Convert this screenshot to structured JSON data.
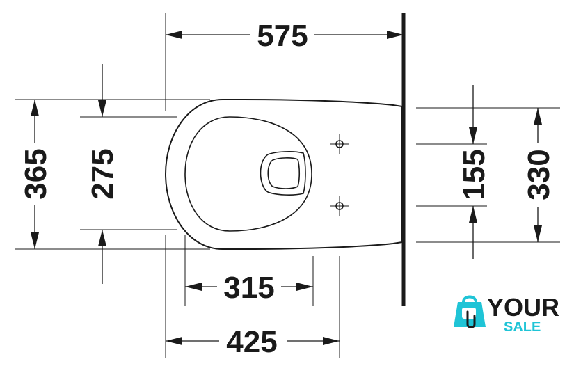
{
  "drawing": {
    "dimensions": {
      "overall_length": "575",
      "overall_width": "365",
      "inner_width": "275",
      "inner_length": "315",
      "seat_length": "425",
      "fixing_spacing": "155",
      "back_width": "330"
    }
  },
  "logo": {
    "word_top": "YOUR",
    "word_bottom": "SALE",
    "colors": {
      "dark": "#1a1a1a",
      "accent": "#1fc4d6"
    }
  },
  "colors": {
    "line": "#1a1a1a",
    "background": "#ffffff"
  }
}
